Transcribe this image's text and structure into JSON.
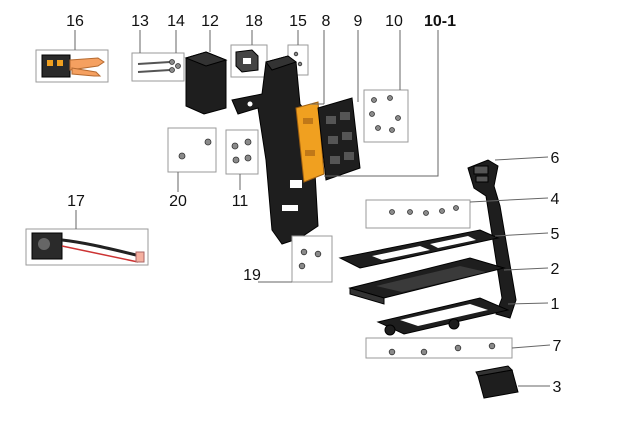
{
  "callouts": {
    "c1": "1",
    "c2": "2",
    "c3": "3",
    "c4": "4",
    "c5": "5",
    "c6": "6",
    "c7": "7",
    "c8": "8",
    "c9": "9",
    "c10": "10",
    "c10_1": "10-1",
    "c11": "11",
    "c12": "12",
    "c13": "13",
    "c14": "14",
    "c15": "15",
    "c16": "16",
    "c17": "17",
    "c18": "18",
    "c19": "19",
    "c20": "20"
  },
  "colors": {
    "part_dark": "#1e1e1e",
    "bracket_orange": "#f0a020",
    "connector_orange": "#f5a060",
    "label_text": "#111111"
  }
}
